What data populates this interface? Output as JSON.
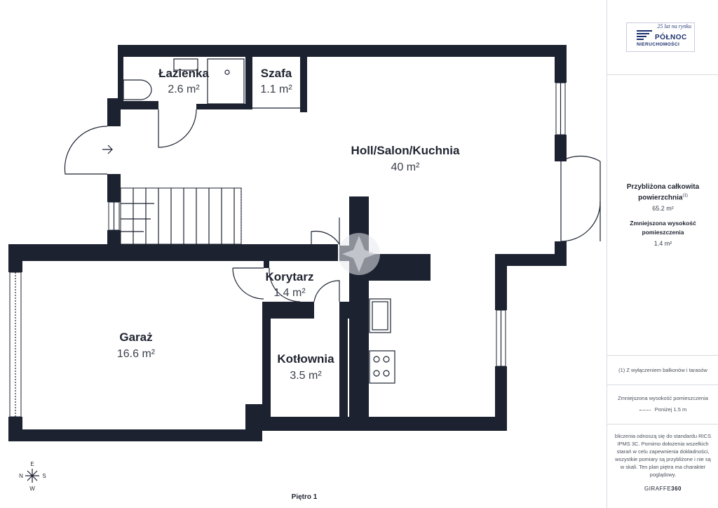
{
  "rooms": [
    {
      "name": "Łazienka",
      "area": "2.6 m²"
    },
    {
      "name": "Szafa",
      "area": "1.1 m²"
    },
    {
      "name": "Holl/Salon/Kuchnia",
      "area": "40 m²"
    },
    {
      "name": "Korytarz",
      "area": "1.4 m²"
    },
    {
      "name": "Garaż",
      "area": "16.6 m²"
    },
    {
      "name": "Kotłownia",
      "area": "3.5 m²"
    }
  ],
  "floor_label": "Piętro 1",
  "compass": {
    "n": "N",
    "e": "E",
    "s": "S",
    "w": "W"
  },
  "sidebar": {
    "logo": {
      "tagline": "25 lat na rynku",
      "name": "PÓŁNOC",
      "sub": "NIERUCHOMOŚCI"
    },
    "total_title": "Przybliżona całkowita powierzchnia",
    "total_footnote": "(1)",
    "total_value": "65.2 m²",
    "reduced_title": "Zmniejszona wysokość pomieszczenia",
    "reduced_value": "1.4 m²",
    "footnote_text": "(1) Z wyłączeniem balkonów i tarasów",
    "legend_title": "Zmniejszona wysokość pomieszczenia",
    "legend_item": "Poniżej 1.5 m",
    "disclaimer": "bliczenia odnoszą się do standardu RICS IPMS 3C. Pomimo dołożenia wszelkich starań w celu zapewnienia dokładności, wszystkie pomiary są przybliżone i nie są w skali. Ten plan piętra ma charakter poglądowy.",
    "brand_light": "GIRAFFE",
    "brand_bold": "360"
  },
  "colors": {
    "wall": "#1c2230",
    "text": "#1f2430",
    "accent": "#1b2f6e"
  }
}
